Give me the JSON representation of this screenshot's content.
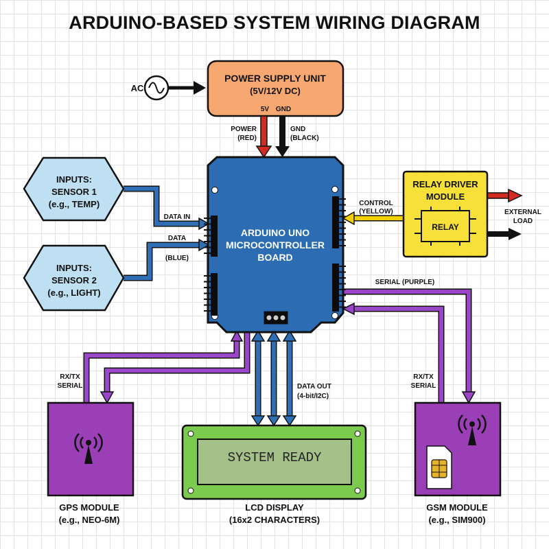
{
  "title": "ARDUINO-BASED SYSTEM WIRING DIAGRAM",
  "ac": {
    "label": "AC"
  },
  "psu": {
    "title": "POWER SUPPLY UNIT",
    "subtitle": "(5V/12V DC)",
    "pin_5v": "5V",
    "pin_gnd": "GND"
  },
  "power_wires": {
    "power_label": "POWER",
    "power_color": "(RED)",
    "gnd_label": "GND",
    "gnd_color": "(BLACK)"
  },
  "arduino": {
    "line1": "ARDUINO UNO",
    "line2": "MICROCONTROLLER",
    "line3": "BOARD"
  },
  "sensor1": {
    "line1": "INPUTS:",
    "line2": "SENSOR 1",
    "line3": "(e.g., TEMP)"
  },
  "sensor2": {
    "line1": "INPUTS:",
    "line2": "SENSOR 2",
    "line3": "(e.g., LIGHT)"
  },
  "sensor_wires": {
    "data_in": "DATA IN",
    "data": "DATA",
    "blue": "(BLUE)"
  },
  "relay": {
    "title1": "RELAY DRIVER",
    "title2": "MODULE",
    "relay_label": "RELAY",
    "control": "CONTROL",
    "control_color": "(YELLOW)",
    "external": "EXTERNAL",
    "load": "LOAD"
  },
  "gsm": {
    "serial_label": "SERIAL (PURPLE)",
    "rxtx": "RX/TX",
    "serial": "SERIAL",
    "name": "GSM MODULE",
    "model": "(e.g., SIM900)"
  },
  "gps": {
    "rxtx": "RX/TX",
    "serial": "SERIAL",
    "name": "GPS MODULE",
    "model": "(e.g., NEO-6M)"
  },
  "lcd": {
    "screen_text": "SYSTEM READY",
    "data_out": "DATA OUT",
    "bus": "(4-bit/I2C)",
    "name": "LCD DISPLAY",
    "chars": "(16x2 CHARACTERS)"
  },
  "colors": {
    "psu": "#f6a870",
    "arduino": "#2b6cb3",
    "sensor": "#bfe0f2",
    "relay": "#f7e038",
    "module": "#9a3fb5",
    "lcd_frame": "#7ccb4f",
    "lcd_screen": "#a6c08a",
    "wire_blue": "#2f6fb5",
    "wire_purple": "#9b45c9",
    "wire_red": "#d22b22",
    "wire_yellow": "#f3d100"
  }
}
